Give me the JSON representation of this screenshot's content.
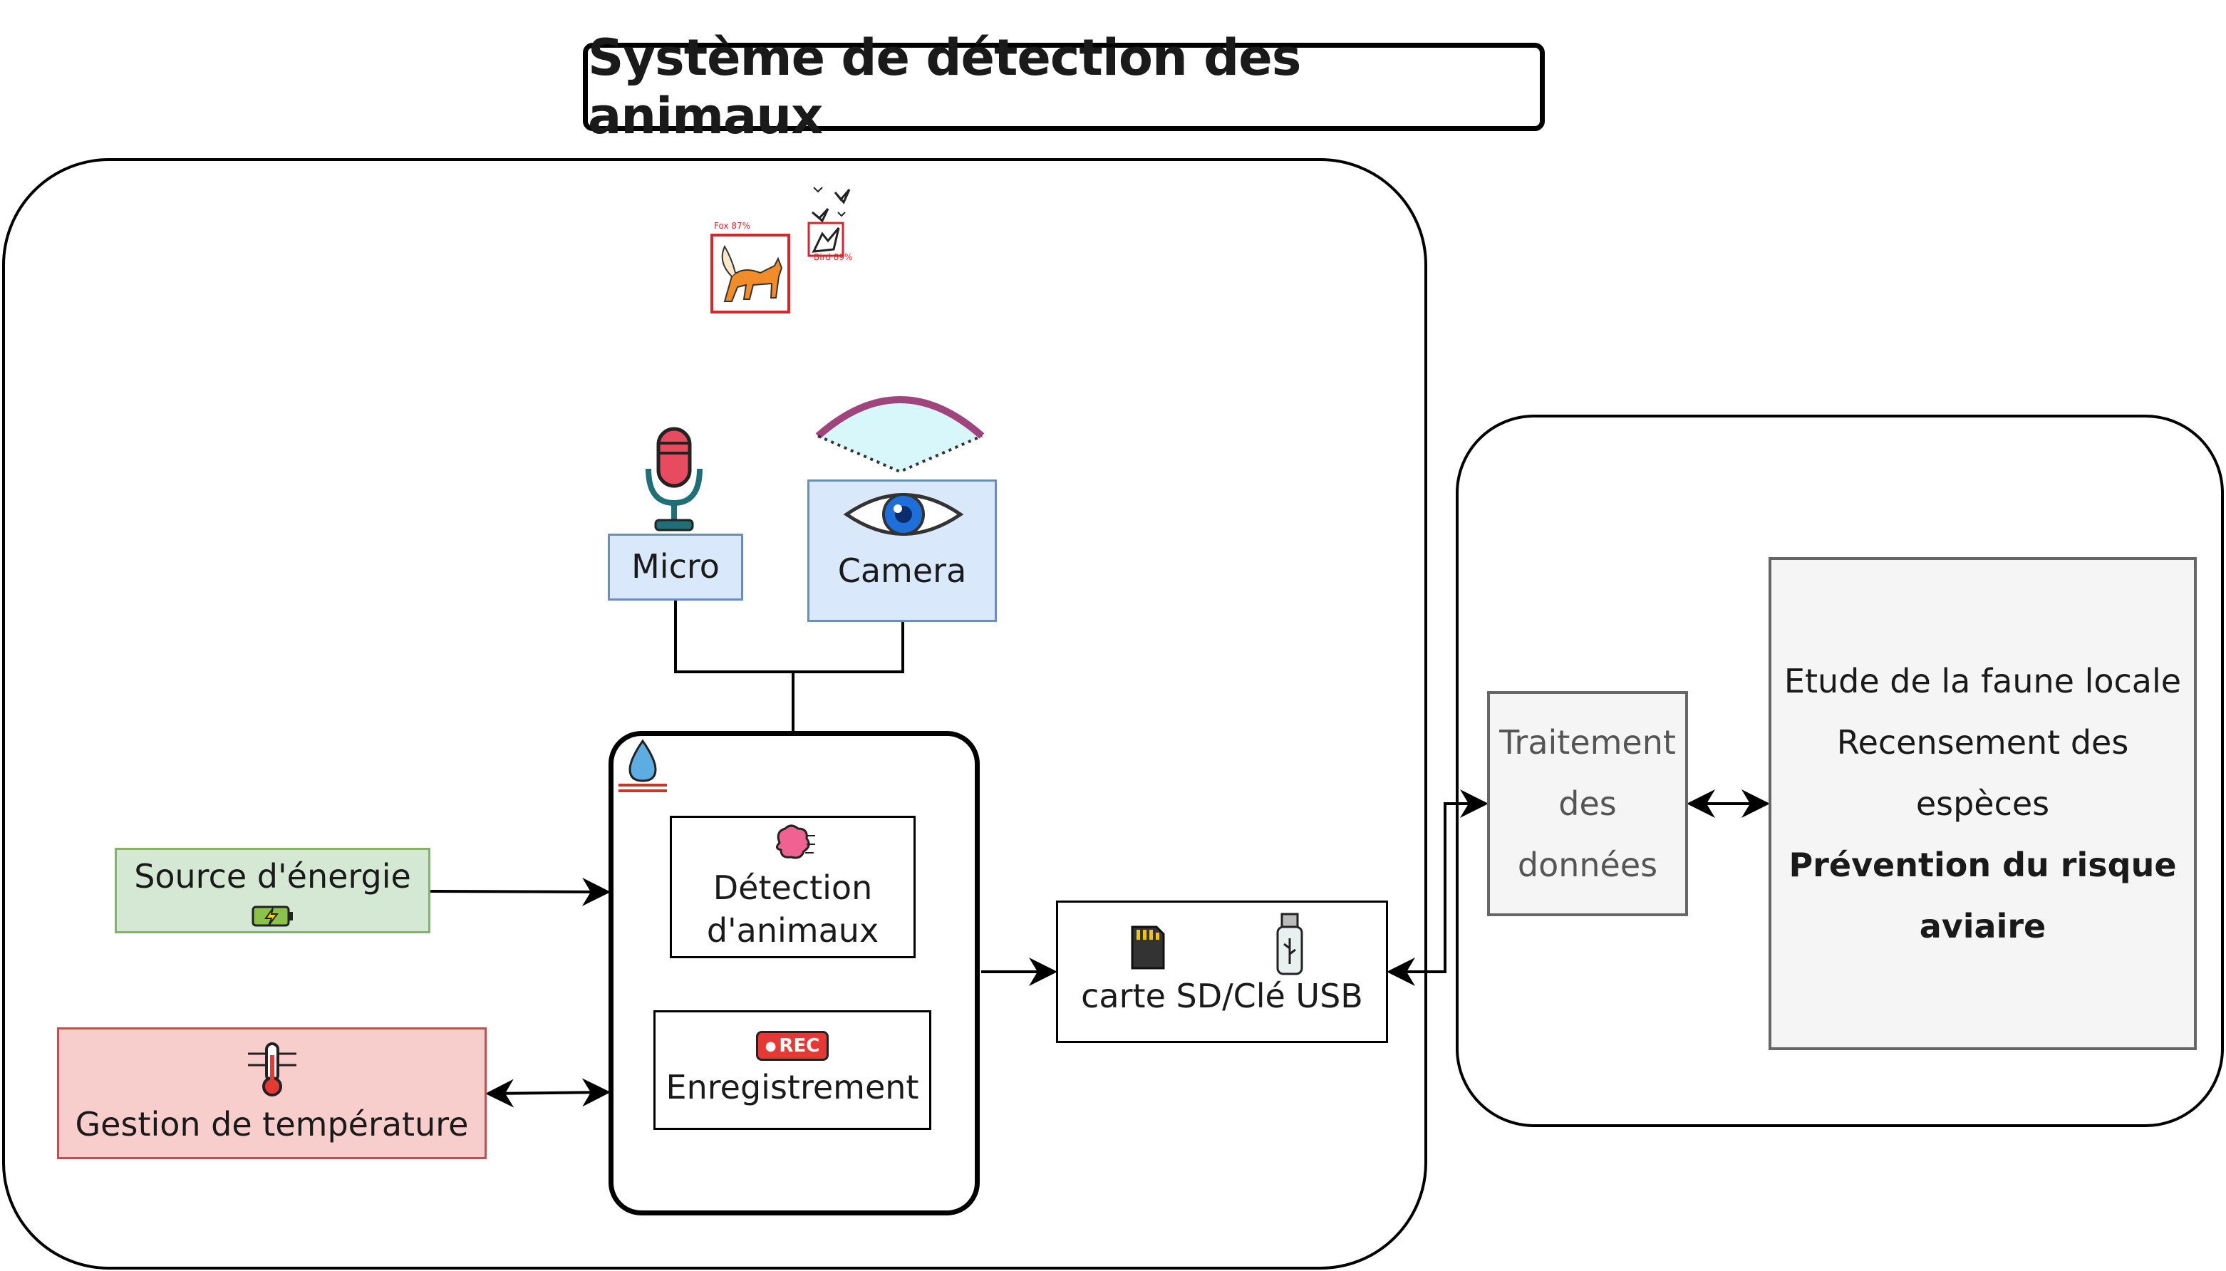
{
  "title": "Système de détection des animaux",
  "nodes": {
    "micro": "Micro",
    "camera": "Camera",
    "source_energie": "Source d'énergie",
    "gestion_temperature": "Gestion de température",
    "detection": [
      "Détection",
      "d'animaux"
    ],
    "enregistrement": "Enregistrement",
    "stockage": "carte SD/Clé USB",
    "traitement": [
      "Traitement",
      "des",
      "données"
    ],
    "applications": [
      "Etude de la faune locale",
      "Recensement des",
      "espèces",
      "Prévention du risque",
      "aviaire"
    ]
  },
  "detections": {
    "fox_label": "Fox 87%",
    "bird_label": "Bird 89%"
  },
  "rec_badge": "REC",
  "icons": [
    "fox-icon",
    "birds-icon",
    "microphone-icon",
    "camera-eye-icon",
    "water-drop-icon",
    "brain-chip-icon",
    "rec-icon",
    "battery-icon",
    "thermometer-icon",
    "sd-card-icon",
    "usb-key-icon"
  ],
  "colors": {
    "blue_fill": "#dae8fc",
    "blue_stroke": "#6c8ebf",
    "green_fill": "#d5e8d4",
    "green_stroke": "#82b366",
    "red_fill": "#f8cecc",
    "red_stroke": "#b85450",
    "grey_fill": "#f5f5f5",
    "grey_stroke": "#666666"
  }
}
